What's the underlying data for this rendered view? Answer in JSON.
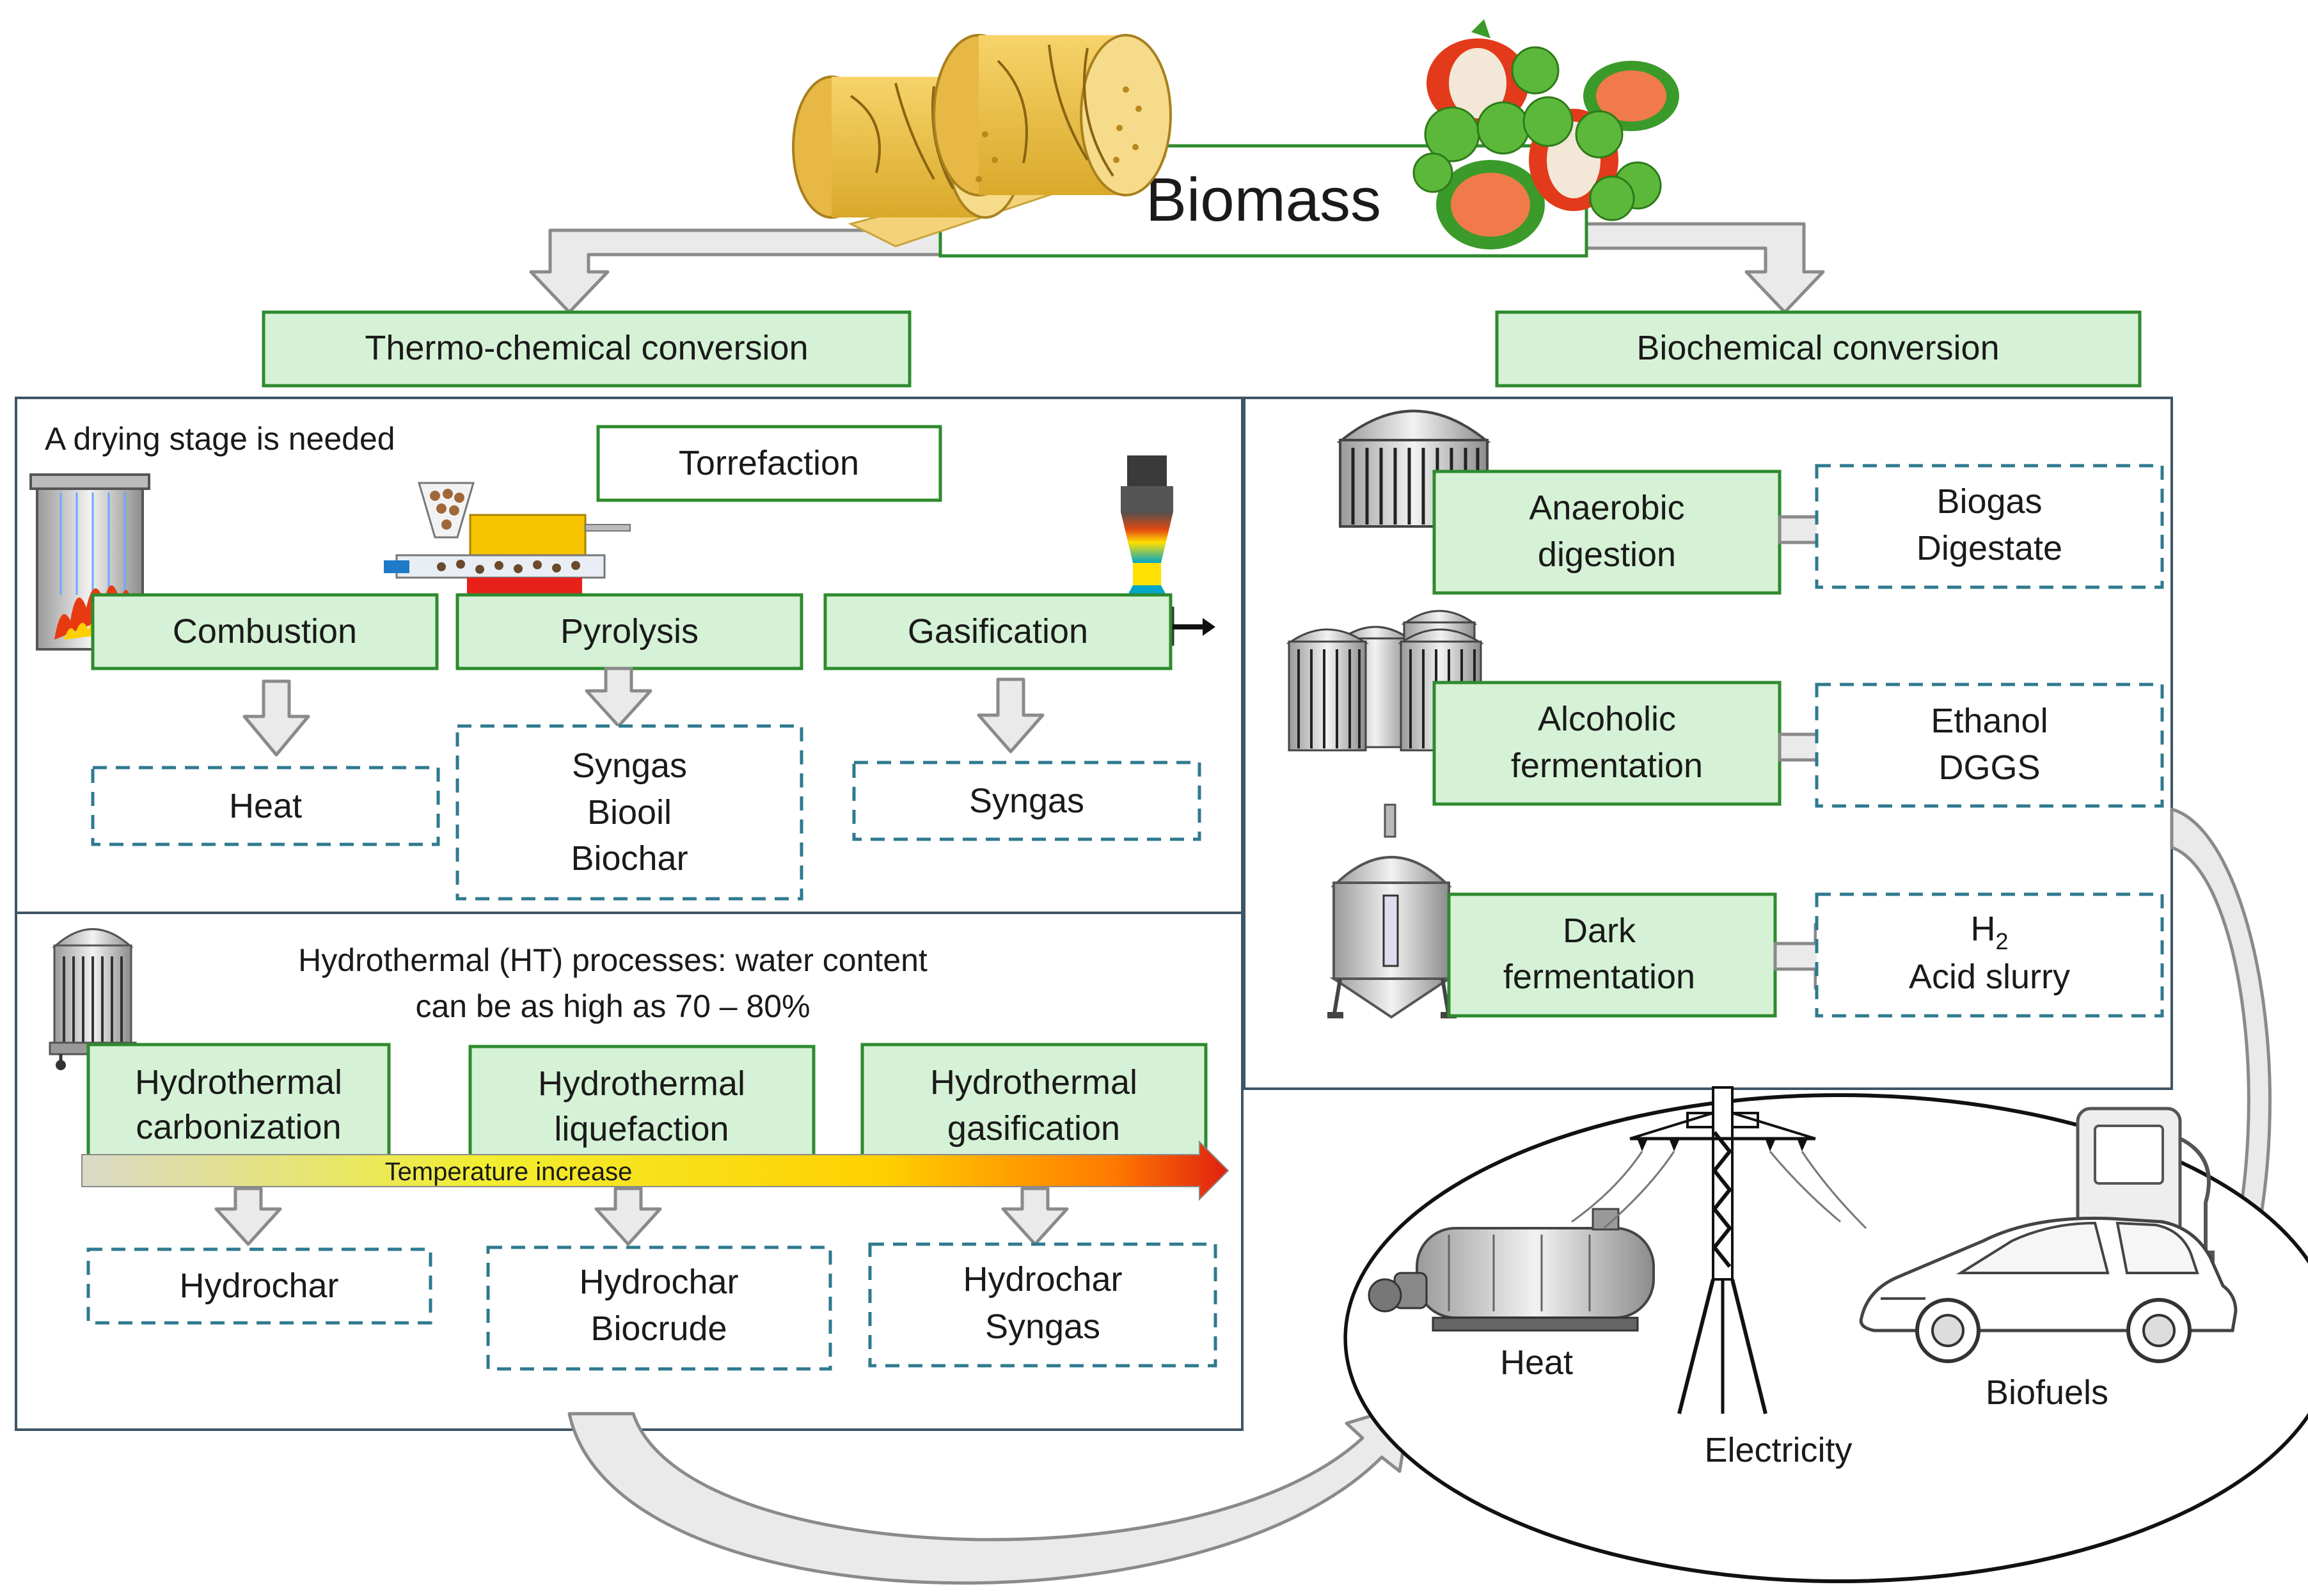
{
  "title": "Biomass",
  "branches": {
    "thermo": "Thermo-chemical conversion",
    "bio": "Biochemical conversion"
  },
  "thermo_panel": {
    "note": "A drying stage is needed",
    "torrefaction": "Torrefaction",
    "processes": [
      {
        "name": "Combustion",
        "products": [
          "Heat"
        ]
      },
      {
        "name": "Pyrolysis",
        "products": [
          "Syngas",
          "Biooil",
          "Biochar"
        ]
      },
      {
        "name": "Gasification",
        "products": [
          "Syngas"
        ]
      }
    ]
  },
  "ht_panel": {
    "note_line1": "Hydrothermal (HT) processes: water content",
    "note_line2": "can be as high as 70 – 80%",
    "temperature": "Temperature increase",
    "processes": [
      {
        "line1": "Hydrothermal",
        "line2": "carbonization",
        "products": [
          "Hydrochar"
        ]
      },
      {
        "line1": "Hydrothermal",
        "line2": "liquefaction",
        "products": [
          "Hydrochar",
          "Biocrude"
        ]
      },
      {
        "line1": "Hydrothermal",
        "line2": "gasification",
        "products": [
          "Hydrochar",
          "Syngas"
        ]
      }
    ]
  },
  "bio_panel": {
    "processes": [
      {
        "line1": "Anaerobic",
        "line2": "digestion",
        "products": [
          "Biogas",
          "Digestate"
        ]
      },
      {
        "line1": "Alcoholic",
        "line2": "fermentation",
        "products": [
          "Ethanol",
          "DGGS"
        ]
      },
      {
        "line1": "Dark",
        "line2": "fermentation",
        "products": [
          "H",
          "Acid slurry"
        ],
        "subscript": "2"
      }
    ]
  },
  "outputs": {
    "heat": "Heat",
    "electricity": "Electricity",
    "biofuels": "Biofuels"
  },
  "colors": {
    "process_fill": "#d6f2d6",
    "process_border": "#2e8b2e",
    "product_border": "#2f7a8f",
    "arrow_fill": "#eaeaea"
  }
}
